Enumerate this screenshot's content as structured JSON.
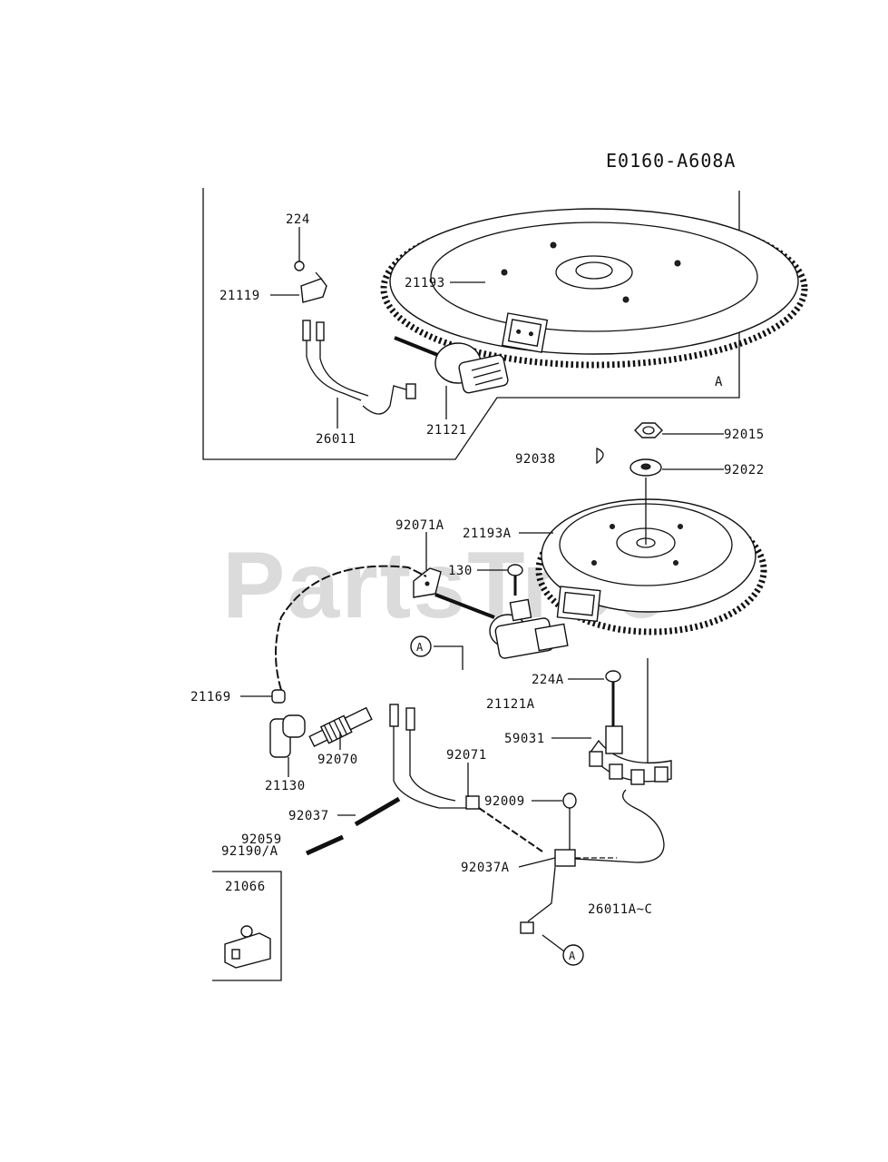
{
  "diagram_code": "E0160-A608A",
  "watermark": "PartsTree",
  "callouts": {
    "c224": "224",
    "c21119": "21119",
    "c21193": "21193",
    "c26011": "26011",
    "c21121": "21121",
    "cA_top": "A",
    "c92015": "92015",
    "c92038": "92038",
    "c92022": "92022",
    "c92071A": "92071A",
    "c21193A": "21193A",
    "c130": "130",
    "c21169": "21169",
    "c224A": "224A",
    "c21121A": "21121A",
    "c59031": "59031",
    "c92070": "92070",
    "c21130": "21130",
    "c92071": "92071",
    "c92009": "92009",
    "c92037": "92037",
    "c92059": "92059",
    "c92190A": "92190/A",
    "c92037A": "92037A",
    "c26011AC": "26011A~C",
    "c21066": "21066",
    "circleA1": "A",
    "circleA2": "A"
  }
}
